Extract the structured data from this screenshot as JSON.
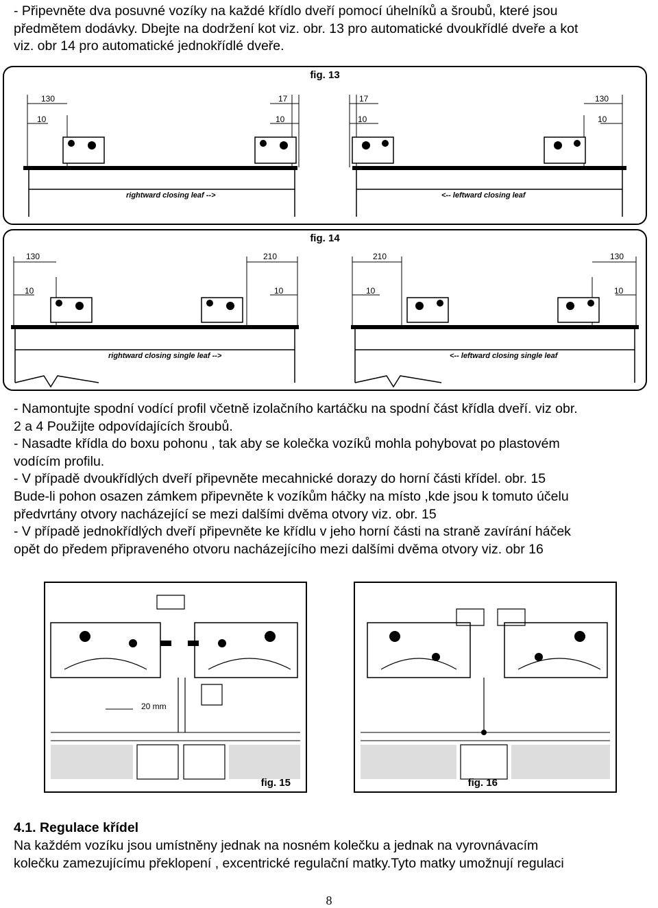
{
  "intro_lines": [
    "- Připevněte dva posuvné vozíky na každé křídlo dveří pomocí úhelníků a šroubů, které jsou",
    "předmětem dodávky. Dbejte na dodržení kot viz. obr. 13 pro automatické dvoukřídlé dveře a kot",
    "viz. obr 14 pro automatické jednokřídlé dveře."
  ],
  "fig13": {
    "title": "fig. 13",
    "dims": {
      "a": "130",
      "b": "10",
      "c": "17",
      "d": "10",
      "e": "17",
      "f": "10",
      "g": "130",
      "h": "10"
    },
    "label_left": "rightward closing leaf -->",
    "label_right": "<-- leftward closing leaf"
  },
  "fig14": {
    "title": "fig. 14",
    "dims": {
      "a": "130",
      "b": "10",
      "c": "210",
      "d": "10",
      "e": "210",
      "f": "10",
      "g": "130",
      "h": "10"
    },
    "label_left": "rightward closing single leaf -->",
    "label_right": "<-- leftward closing single leaf"
  },
  "middle_lines": [
    "- Namontujte spodní vodící profil včetně izolačního kartáčku na spodní část křídla dveří. viz obr.",
    "2 a 4 Použijte odpovídajících šroubů.",
    "- Nasadte křídla do boxu pohonu , tak aby se kolečka vozíků mohla pohybovat po plastovém",
    "vodícím profilu.",
    "- V případě dvoukřídlých dveří připevněte mecahnické dorazy do horní části křídel. obr. 15",
    "Bude-li pohon osazen zámkem připevněte k vozíkům háčky na místo ,kde jsou k tomuto účelu",
    "předvrtány otvory nacházející se mezi dalšími dvěma otvory viz. obr. 15",
    "- V případě jednokřídlých dveří připevněte ke křídlu v jeho horní části na straně zavírání háček",
    "opět do předem připraveného otvoru nacházejícího mezi dalšími dvěma otvory viz. obr 16"
  ],
  "fig15": {
    "title": "fig. 15",
    "dim": "20 mm"
  },
  "fig16": {
    "title": "fig. 16"
  },
  "section": {
    "heading": "4.1. Regulace křídel"
  },
  "bottom_lines": [
    "Na každém vozíku jsou umístněny jednak na nosném kolečku a jednak na vyrovnávacím",
    "kolečku zamezujícímu překlopení , excentrické regulační matky.Tyto matky umožnují regulaci"
  ],
  "page_number": "8"
}
